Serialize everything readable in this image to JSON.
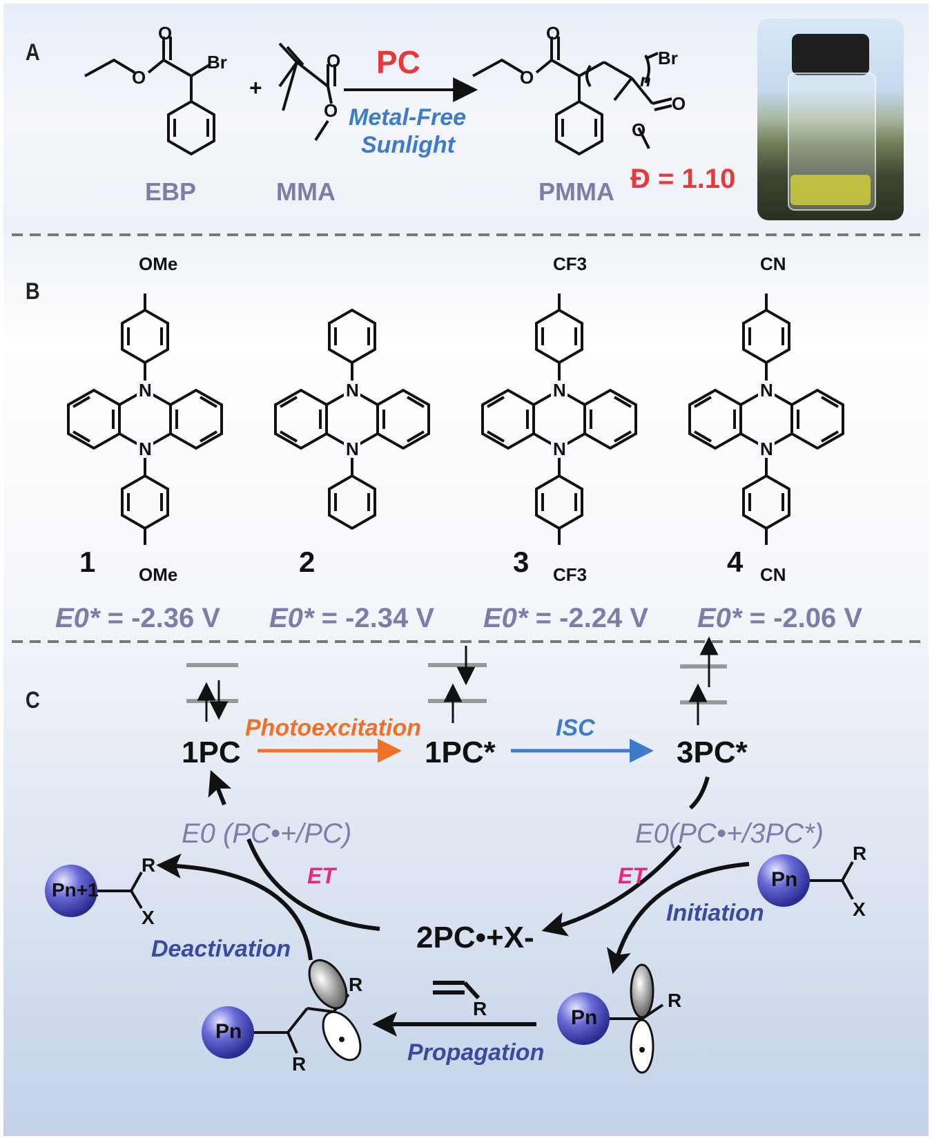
{
  "panels": {
    "a": "A",
    "b": "B",
    "c": "C"
  },
  "panel_a": {
    "catalyst": "PC",
    "conditions": [
      "Metal-Free",
      "Sunlight"
    ],
    "reagent_names": [
      "EBP",
      "MMA",
      "PMMA"
    ],
    "plus": "+",
    "dispersity": "Đ = 1.10",
    "atoms": {
      "br": "Br",
      "o": "O",
      "n": "n"
    },
    "photo_alt": "vial-in-sunlight-photo"
  },
  "panel_b": {
    "compounds": [
      {
        "number": "1",
        "substituent_top": "OMe",
        "substituent_bottom": "OMe",
        "potential_label": "E0*",
        "potential_value": " = -2.36 V"
      },
      {
        "number": "2",
        "substituent_top": "",
        "substituent_bottom": "",
        "potential_label": "E0*",
        "potential_value": " = -2.34 V"
      },
      {
        "number": "3",
        "substituent_top": "CF3",
        "substituent_bottom": "CF3",
        "potential_label": "E0*",
        "potential_value": " = -2.24 V"
      },
      {
        "number": "4",
        "substituent_top": "CN",
        "substituent_bottom": "CN",
        "potential_label": "E0*",
        "potential_value": " = -2.06 V"
      }
    ],
    "atom_n": "N"
  },
  "panel_c": {
    "states": {
      "ground": "1PC",
      "singlet": "1PC*",
      "triplet": "3PC*",
      "radical_cation": "2PC•+X-"
    },
    "arrows": {
      "photoexcitation": "Photoexcitation",
      "isc": "ISC",
      "et": "ET",
      "initiation": "Initiation",
      "deactivation": "Deactivation",
      "propagation": "Propagation"
    },
    "potentials": {
      "left": "E0 (PC•+/PC)",
      "right": "E0(PC•+/3PC*)"
    },
    "species": {
      "pn": "Pn",
      "pn1": "Pn+1",
      "r": "R",
      "x": "X"
    }
  },
  "colors": {
    "orange": "#f07028",
    "blue": "#3e7bc8",
    "red": "#e8393a",
    "navy": "#3a4a9e",
    "pink": "#e8287a",
    "gray_text": "#7b7fa8"
  }
}
